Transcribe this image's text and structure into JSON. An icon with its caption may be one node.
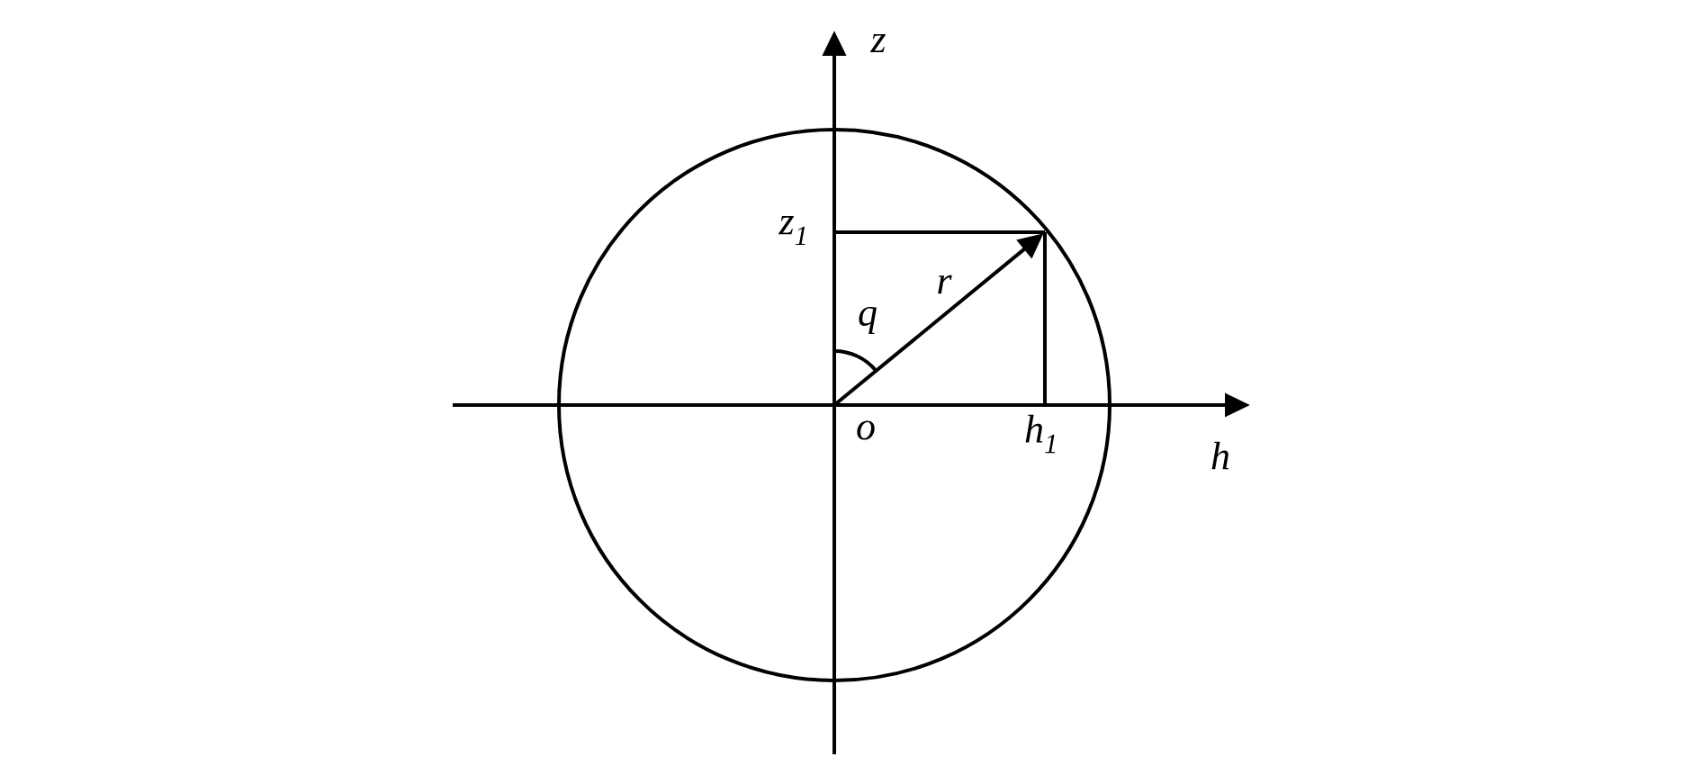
{
  "diagram": {
    "labels": [
      "z",
      "z$_{1}$",
      "r",
      "q",
      "o",
      "h$_{1}$",
      "h"
    ]
  }
}
